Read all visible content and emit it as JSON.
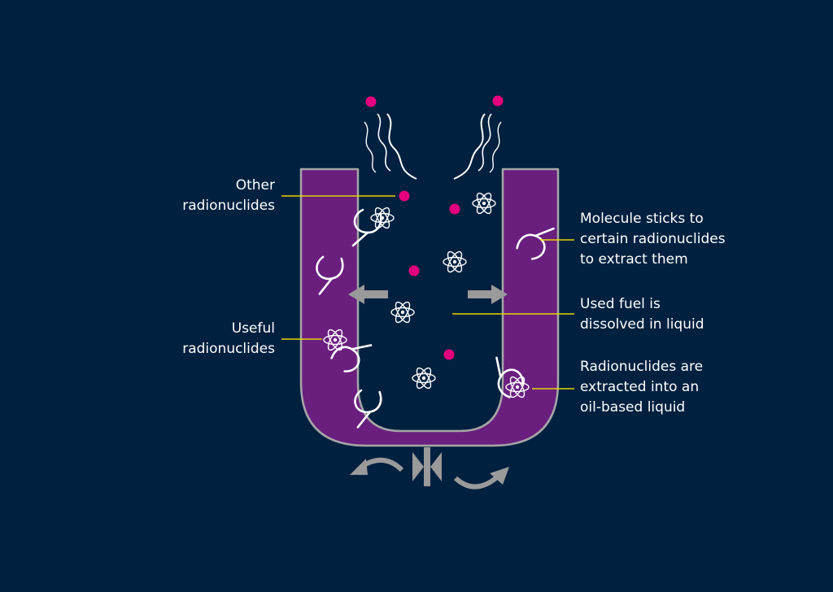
{
  "labels": {
    "other_radionuclides": "Other\nradionuclides",
    "useful_radionuclides": "Useful\nradionuclides",
    "molecule_sticks": "Molecule sticks to\ncertain radionuclides\nto extract them",
    "used_fuel": "Used fuel is\ndissolved in liquid",
    "extracted": "Radionuclides are\nextracted into an\noil-based liquid"
  },
  "colors": {
    "background": "#00203f",
    "oil_layer": "#6a1f7f",
    "vessel_outline": "#a6a6a6",
    "radionuclide_dot": "#e6007e",
    "leader_line": "#e4d400",
    "arrow": "#9a9a9a",
    "symbol": "#ffffff"
  },
  "icons": {
    "other": "pink-dot-icon",
    "useful": "atom-icon",
    "extractant": "extractant-molecule-icon",
    "mixer": "mixer-valve-icon"
  }
}
